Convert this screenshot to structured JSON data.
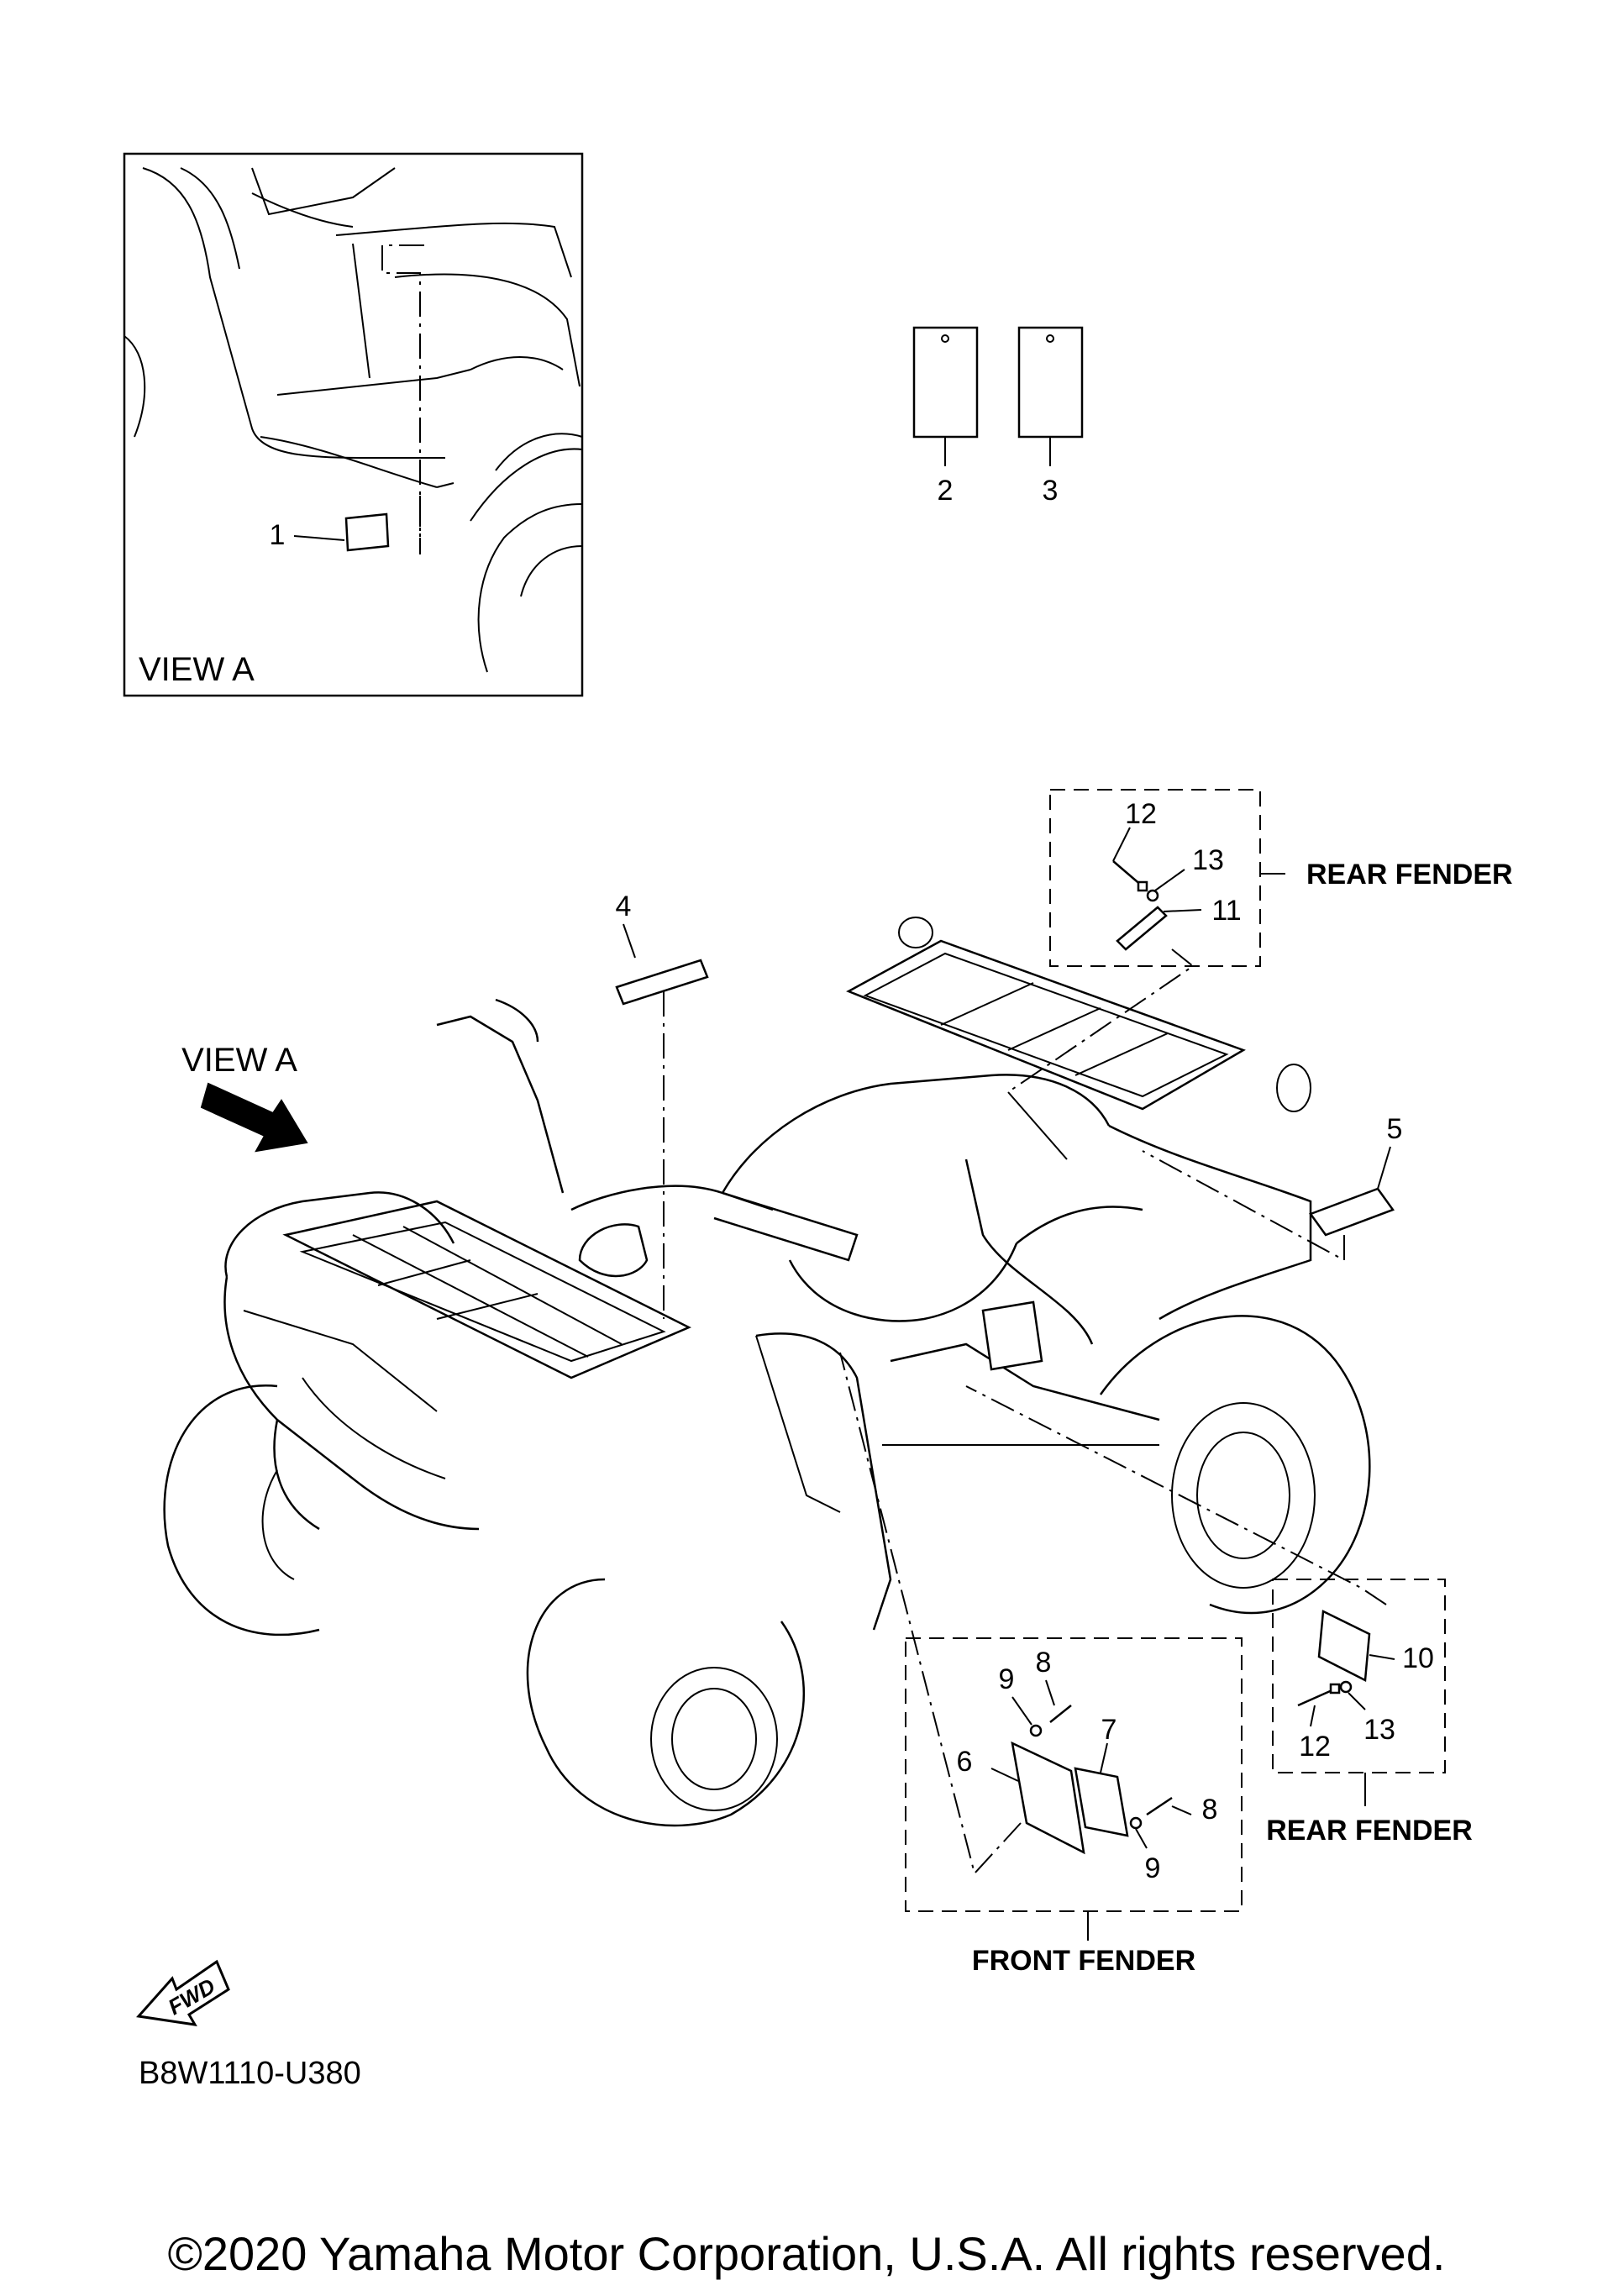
{
  "diagram": {
    "view_box_label": "VIEW A",
    "view_arrow_label": "VIEW A",
    "part_code": "B8W1110-U380",
    "fwd_label": "FWD",
    "callouts": [
      "1",
      "2",
      "3",
      "4",
      "5",
      "6",
      "7",
      "8",
      "9",
      "10",
      "11",
      "12",
      "13"
    ],
    "callouts_repeat": {
      "8b": "8",
      "9b": "9",
      "12b": "12",
      "13b": "13"
    },
    "rear_fender_top": "REAR FENDER",
    "rear_fender_bottom": "REAR FENDER",
    "front_fender": "FRONT FENDER"
  },
  "footer": {
    "copyright": "©2020 Yamaha Motor Corporation, U.S.A. All rights reserved."
  }
}
